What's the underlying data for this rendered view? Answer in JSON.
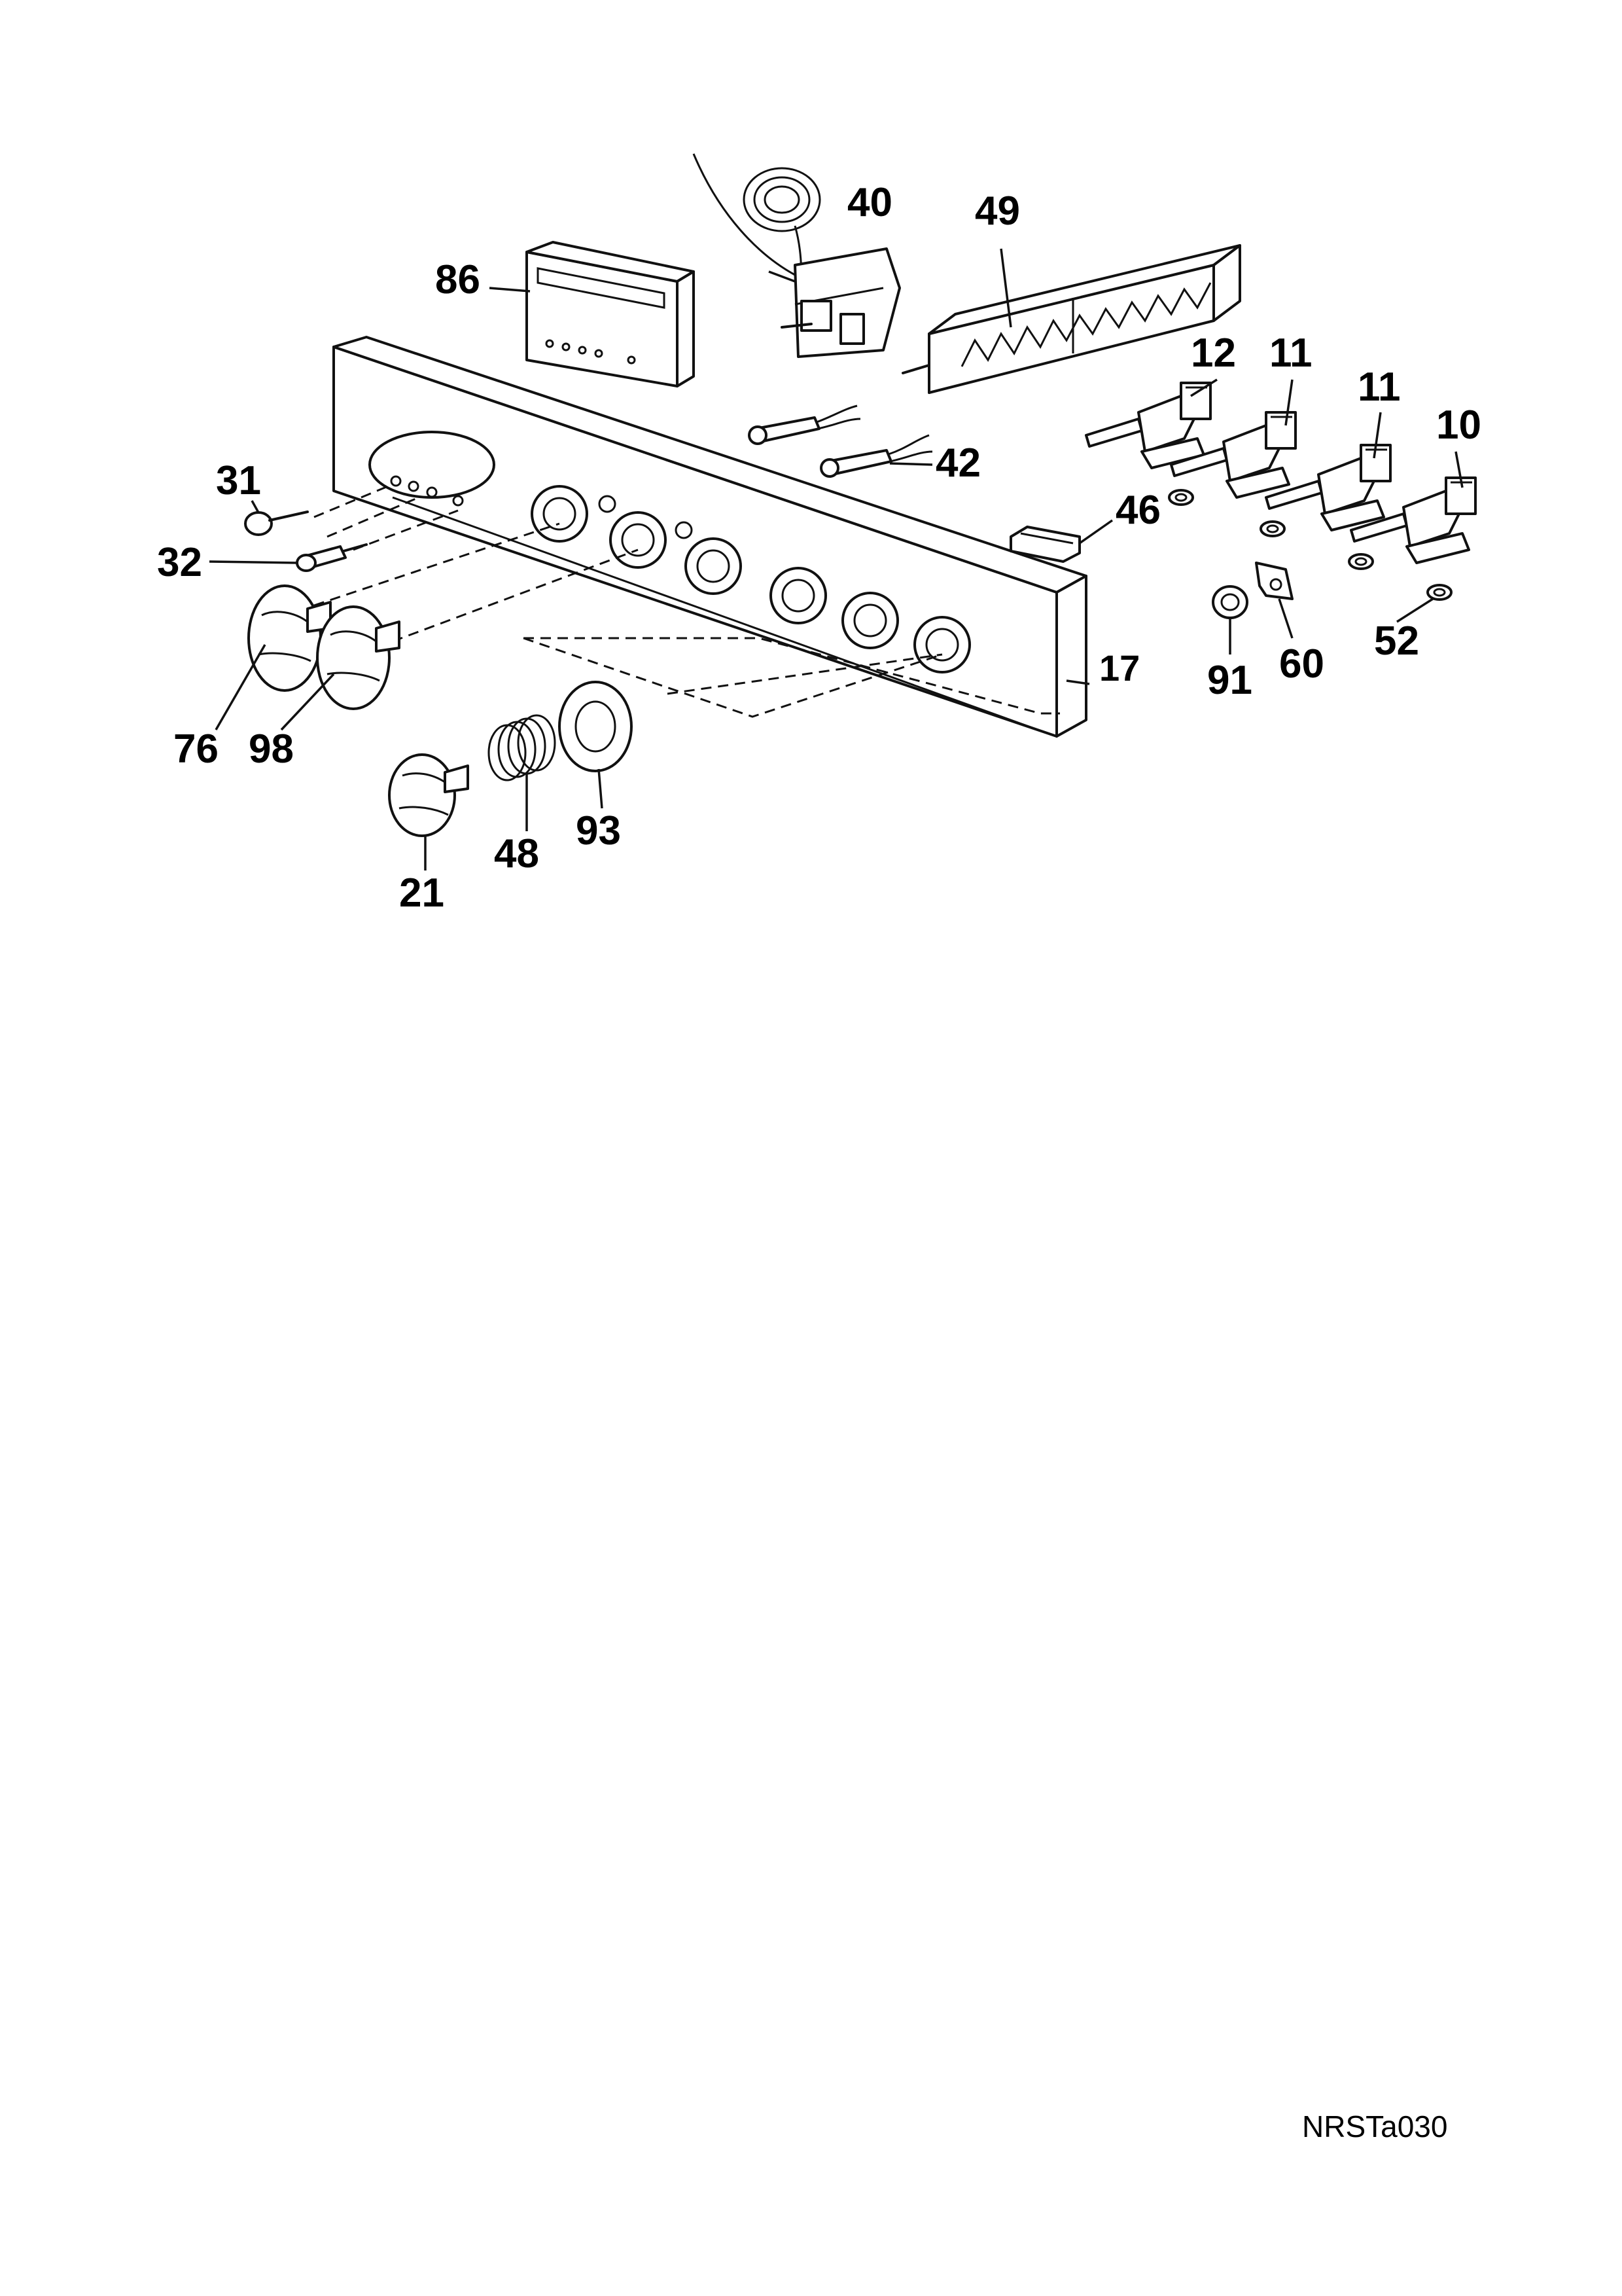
{
  "callouts": {
    "p10": "10",
    "p11a": "11",
    "p11b": "11",
    "p12": "12",
    "p17": "17",
    "p21": "21",
    "p31": "31",
    "p32": "32",
    "p40": "40",
    "p42": "42",
    "p46": "46",
    "p48": "48",
    "p49": "49",
    "p52": "52",
    "p60": "60",
    "p76": "76",
    "p86": "86",
    "p91": "91",
    "p93": "93",
    "p98": "98"
  },
  "diagram_ref": "NRSTa030"
}
